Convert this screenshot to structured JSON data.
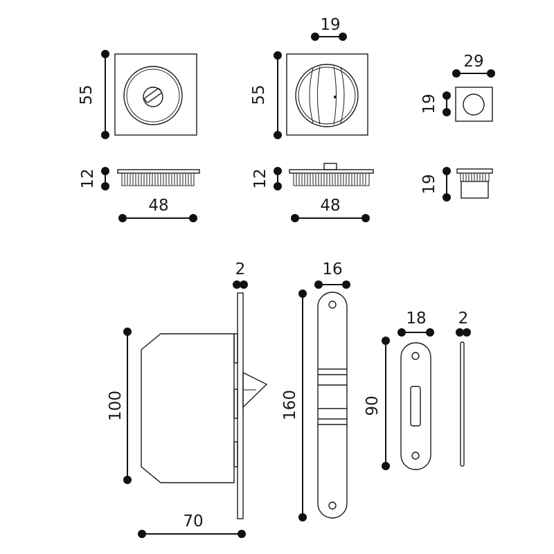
{
  "dimensions": {
    "rose_wc_height": "55",
    "rose_wc_depth": "12",
    "rose_wc_width": "48",
    "rose_pull_slot": "19",
    "rose_pull_height": "55",
    "rose_pull_depth": "12",
    "rose_pull_width": "48",
    "small_pull_width": "29",
    "small_pull_height": "19",
    "small_pull_depth": "19",
    "lock_plate_thickness": "2",
    "lock_body_height": "100",
    "lock_body_width": "70",
    "faceplate_width": "16",
    "faceplate_height": "160",
    "strike_width": "18",
    "strike_height": "90",
    "strike_thickness": "2"
  }
}
